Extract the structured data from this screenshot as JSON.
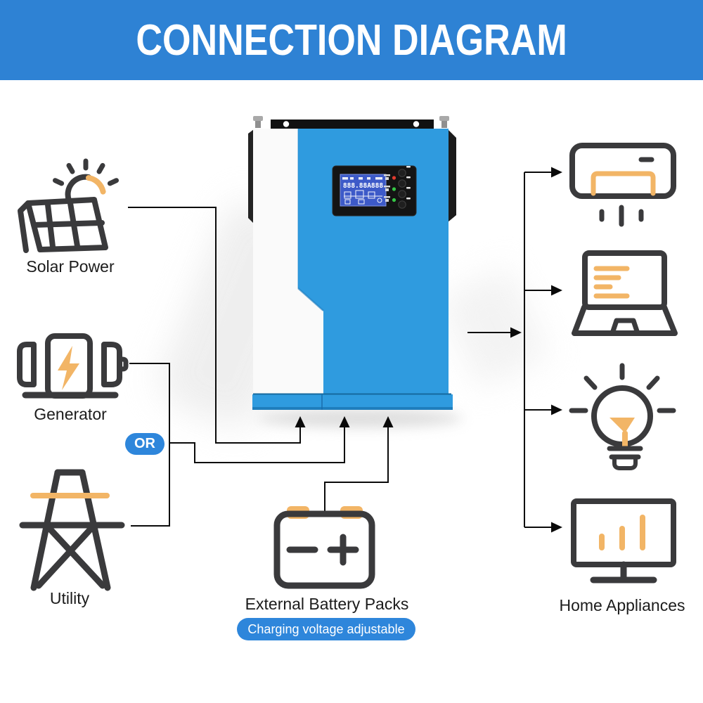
{
  "banner": {
    "title": "CONNECTION DIAGRAM"
  },
  "sources": [
    {
      "name": "solar-power",
      "label": "Solar Power"
    },
    {
      "name": "generator",
      "label": "Generator"
    },
    {
      "name": "utility",
      "label": "Utility"
    }
  ],
  "or_badge": {
    "label": "OR"
  },
  "battery": {
    "label": "External Battery Packs",
    "badge": "Charging voltage adjustable"
  },
  "appliances": {
    "label": "Home Appliances",
    "items": [
      "air-conditioner",
      "laptop",
      "light-bulb",
      "monitor"
    ]
  },
  "inverter": {
    "name": "solar-inverter",
    "lcd_text": "888.88A888",
    "leds": [
      "red",
      "green",
      "green"
    ]
  },
  "colors": {
    "banner_blue": "#2E82D4",
    "pill_blue": "#2E86DB",
    "device_blue": "#2F9BDF",
    "device_blue_dark": "#1F7EBD",
    "icon_dark": "#3A3A3C",
    "icon_orange": "#F2B566",
    "line_color": "#0A0A0A",
    "lcd_blue": "#3D5AC8",
    "led_red": "#E23B2E",
    "led_green": "#35C746",
    "label_color": "#1C1C1C"
  }
}
